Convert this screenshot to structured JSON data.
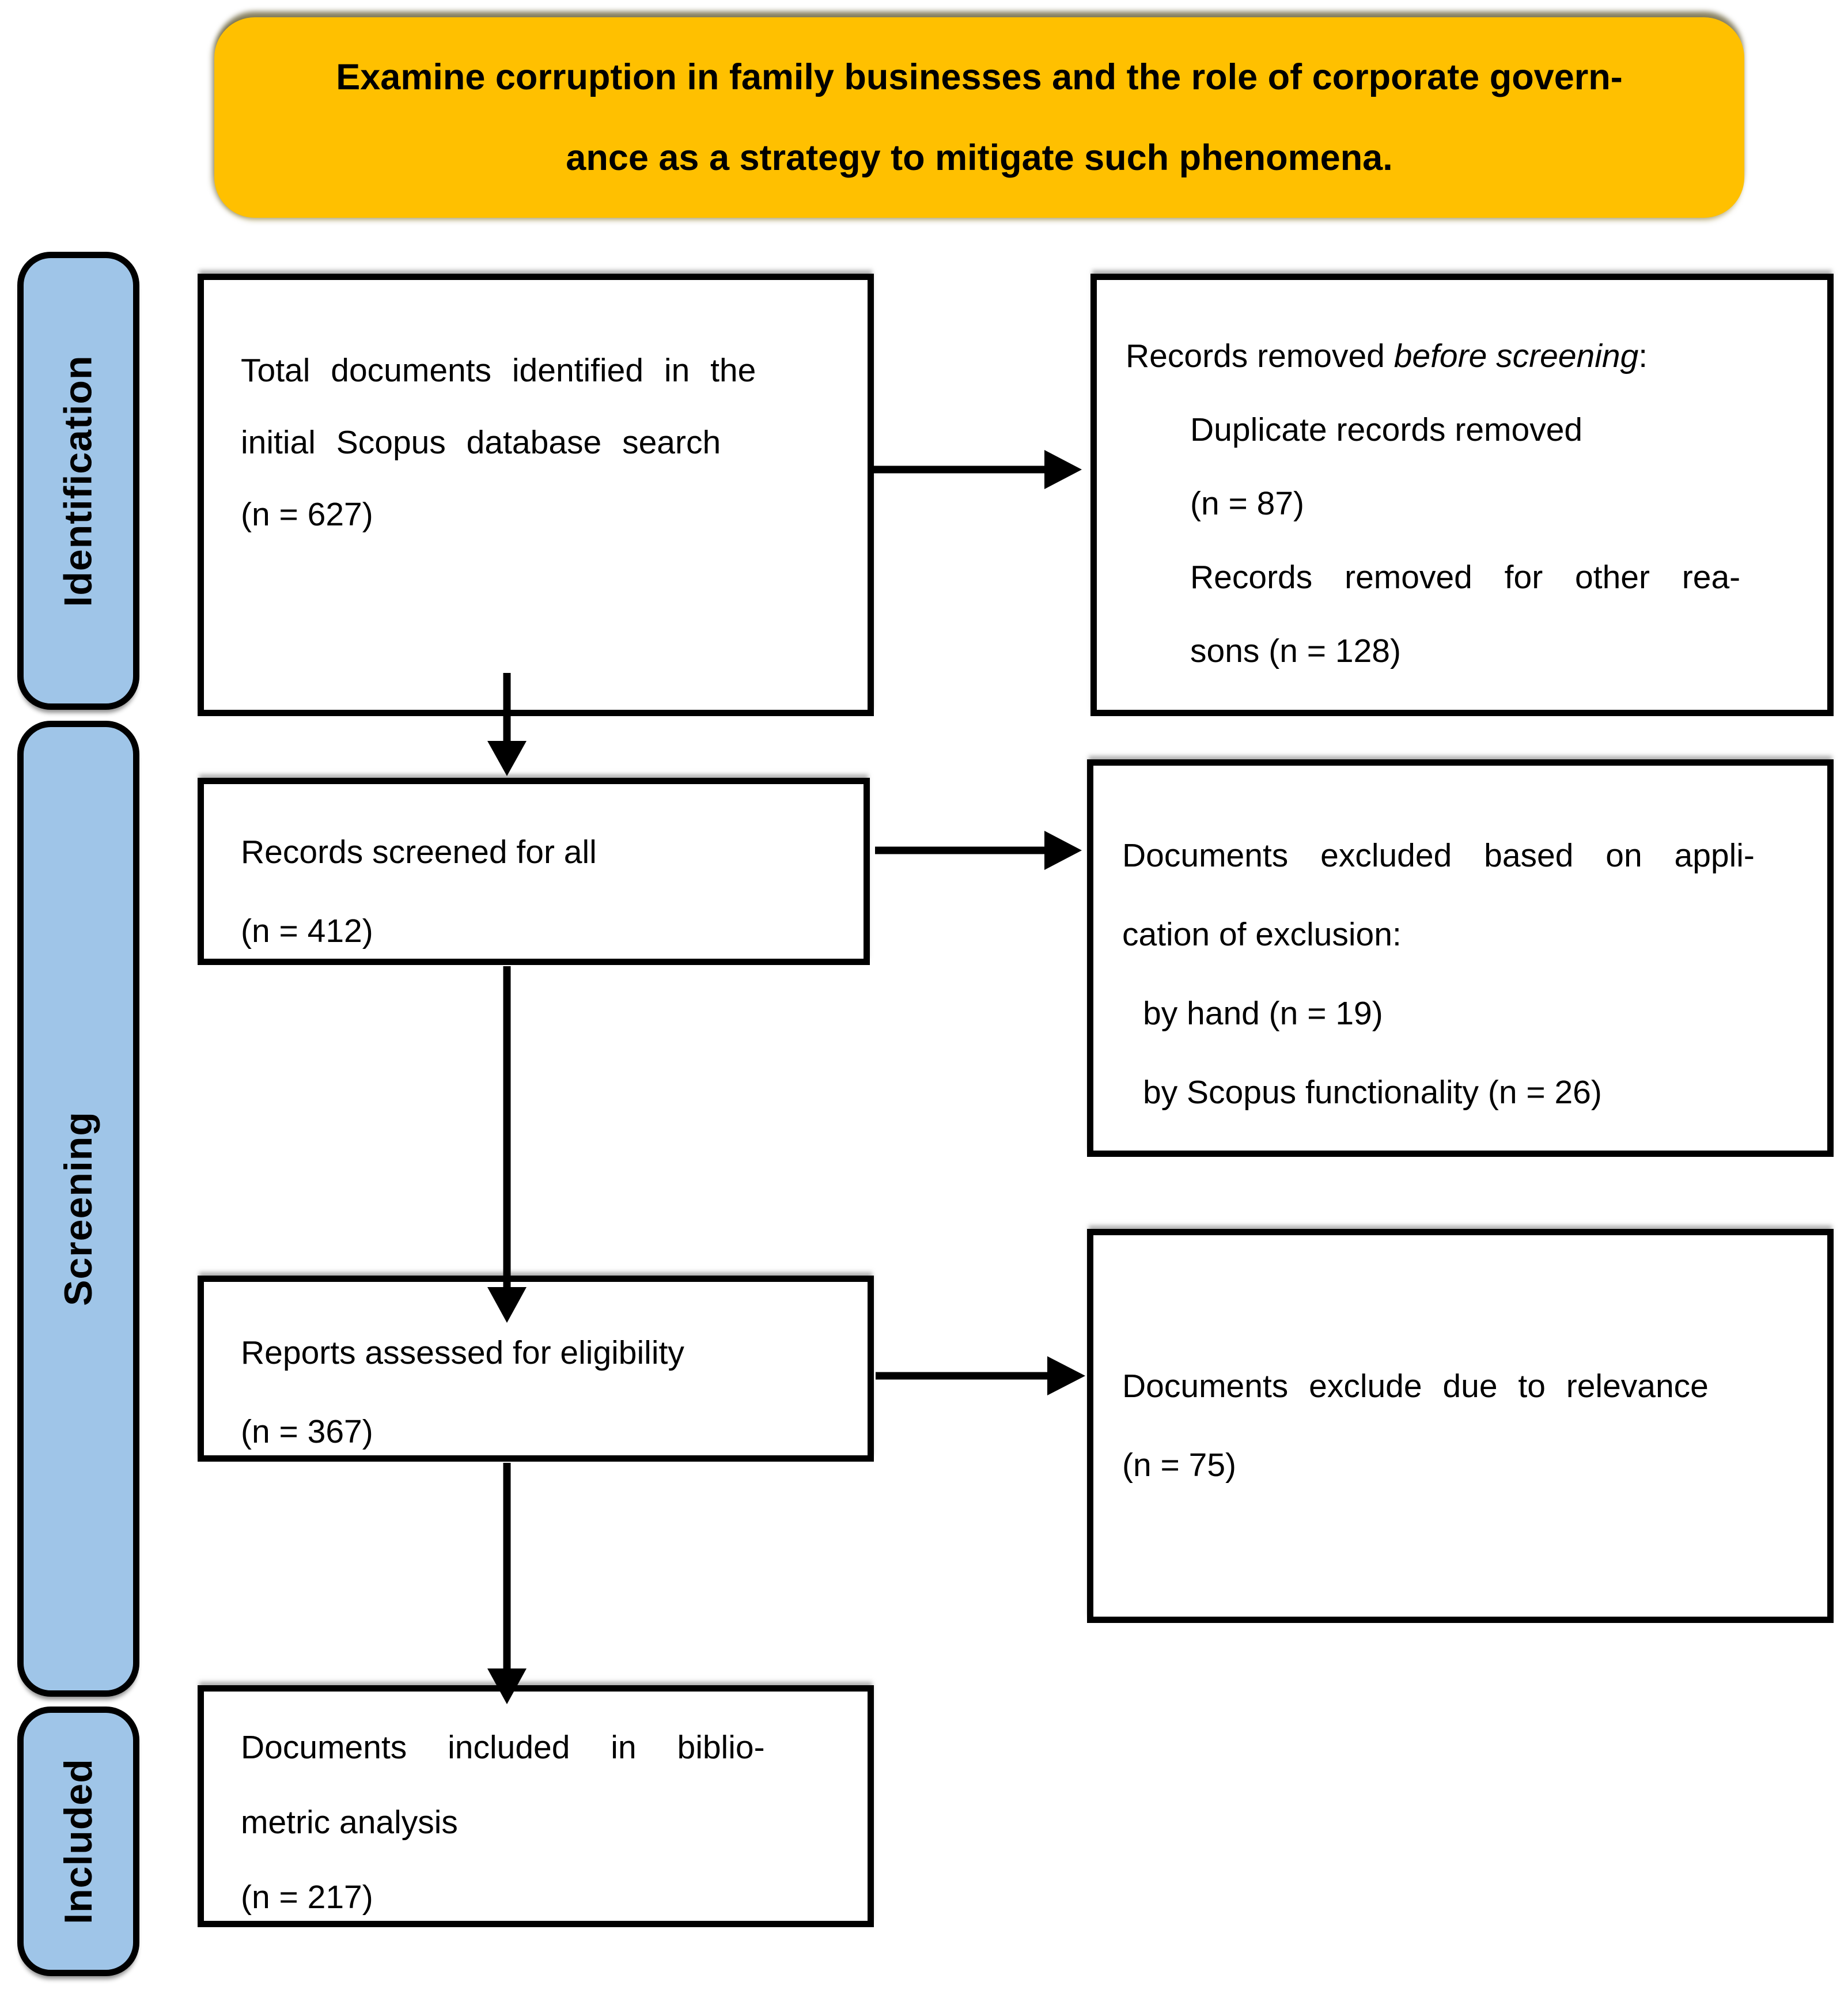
{
  "colors": {
    "title_bg": "#FFC000",
    "stage_bg": "#9FC5E8",
    "box_border": "#000000",
    "arrow": "#000000"
  },
  "title": {
    "line1": "Examine corruption in family businesses and the role of corporate govern-",
    "line2": "ance as a strategy to mitigate such phenomena."
  },
  "stages": [
    {
      "label": "Identification"
    },
    {
      "label": "Screening"
    },
    {
      "label": "Included"
    }
  ],
  "boxes": {
    "identified": {
      "line1": "Total documents identified in the",
      "line2": "initial Scopus database search",
      "count": "(n = 627)"
    },
    "removed": {
      "heading_prefix": "Records removed ",
      "heading_italic": "before screening",
      "heading_suffix": ":",
      "item1_line1": "Duplicate records removed",
      "item1_line2": "(n = 87)",
      "item2_line1": "Records removed for other rea-",
      "item2_line2": "sons (n = 128)"
    },
    "screened": {
      "line1": "Records screened for all",
      "count": "(n = 412)"
    },
    "excluded": {
      "line1": "Documents excluded based on appli-",
      "line2": "cation of exclusion:",
      "item1": "by hand (n = 19)",
      "item2": "by Scopus functionality (n = 26)"
    },
    "assessed": {
      "line1": "Reports assessed for eligibility",
      "count": "(n = 367)"
    },
    "relevance": {
      "line1": "Documents exclude due to relevance",
      "count": "(n = 75)"
    },
    "included": {
      "line1": "Documents included in biblio-",
      "line2": "metric analysis",
      "count": "(n = 217)"
    }
  }
}
